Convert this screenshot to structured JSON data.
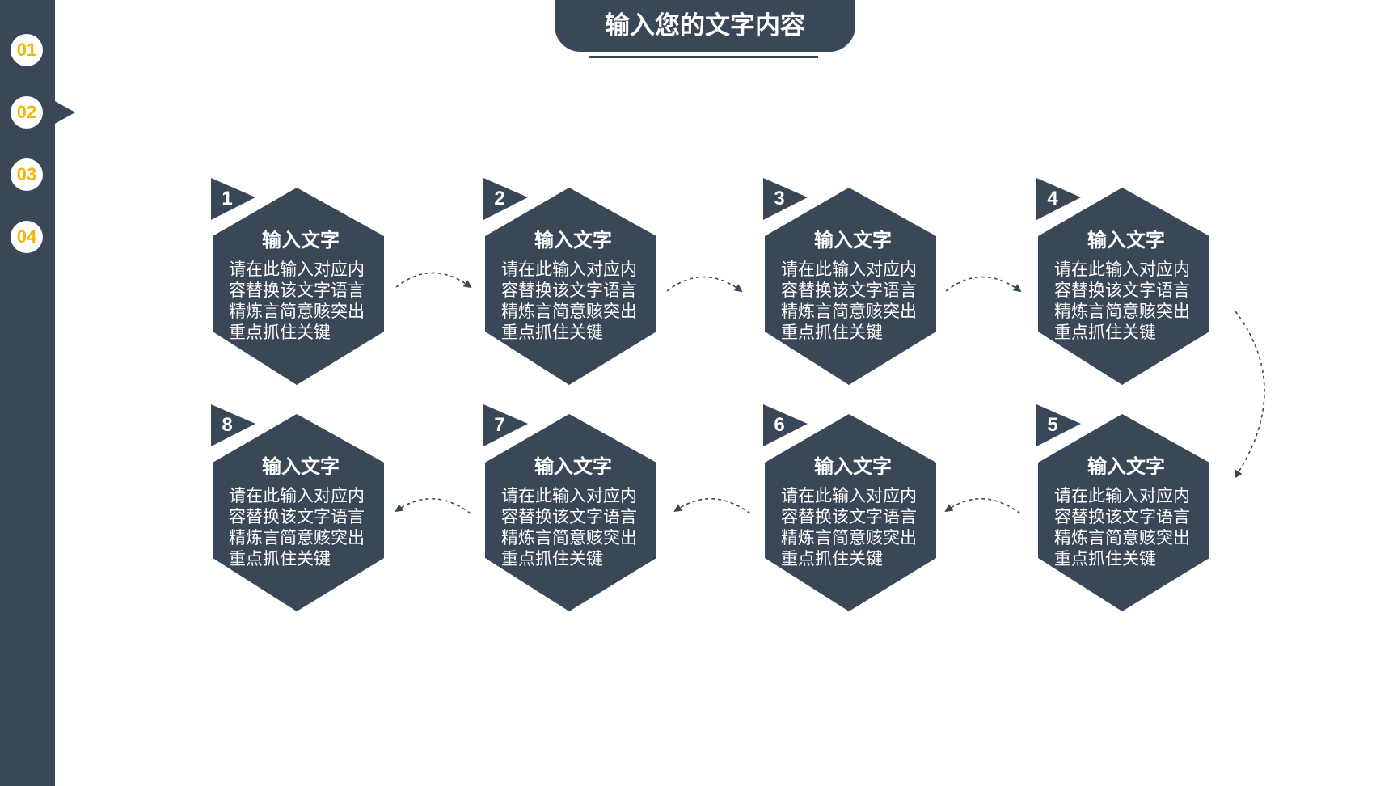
{
  "title": "输入您的文字内容",
  "nav": [
    "01",
    "02",
    "03",
    "04"
  ],
  "steps": [
    {
      "num": "1",
      "title": "输入文字",
      "lines": [
        "请在此输入对应内",
        "容替换该文字语言",
        "精炼言简意赅突出",
        "重点抓住关键"
      ]
    },
    {
      "num": "2",
      "title": "输入文字",
      "lines": [
        "请在此输入对应内",
        "容替换该文字语言",
        "精炼言简意赅突出",
        "重点抓住关键"
      ]
    },
    {
      "num": "3",
      "title": "输入文字",
      "lines": [
        "请在此输入对应内",
        "容替换该文字语言",
        "精炼言简意赅突出",
        "重点抓住关键"
      ]
    },
    {
      "num": "4",
      "title": "输入文字",
      "lines": [
        "请在此输入对应内",
        "容替换该文字语言",
        "精炼言简意赅突出",
        "重点抓住关键"
      ]
    },
    {
      "num": "5",
      "title": "输入文字",
      "lines": [
        "请在此输入对应内",
        "容替换该文字语言",
        "精炼言简意赅突出",
        "重点抓住关键"
      ]
    },
    {
      "num": "6",
      "title": "输入文字",
      "lines": [
        "请在此输入对应内",
        "容替换该文字语言",
        "精炼言简意赅突出",
        "重点抓住关键"
      ]
    },
    {
      "num": "7",
      "title": "输入文字",
      "lines": [
        "请在此输入对应内",
        "容替换该文字语言",
        "精炼言简意赅突出",
        "重点抓住关键"
      ]
    },
    {
      "num": "8",
      "title": "输入文字",
      "lines": [
        "请在此输入对应内",
        "容替换该文字语言",
        "精炼言简意赅突出",
        "重点抓住关键"
      ]
    }
  ],
  "colors": {
    "primary": "#3a4756",
    "accent": "#f2b705",
    "background": "#ffffff"
  },
  "icons": {
    "nav_pointer": "triangle-right-icon",
    "flow_arrow": "dashed-curved-arrow-icon"
  }
}
